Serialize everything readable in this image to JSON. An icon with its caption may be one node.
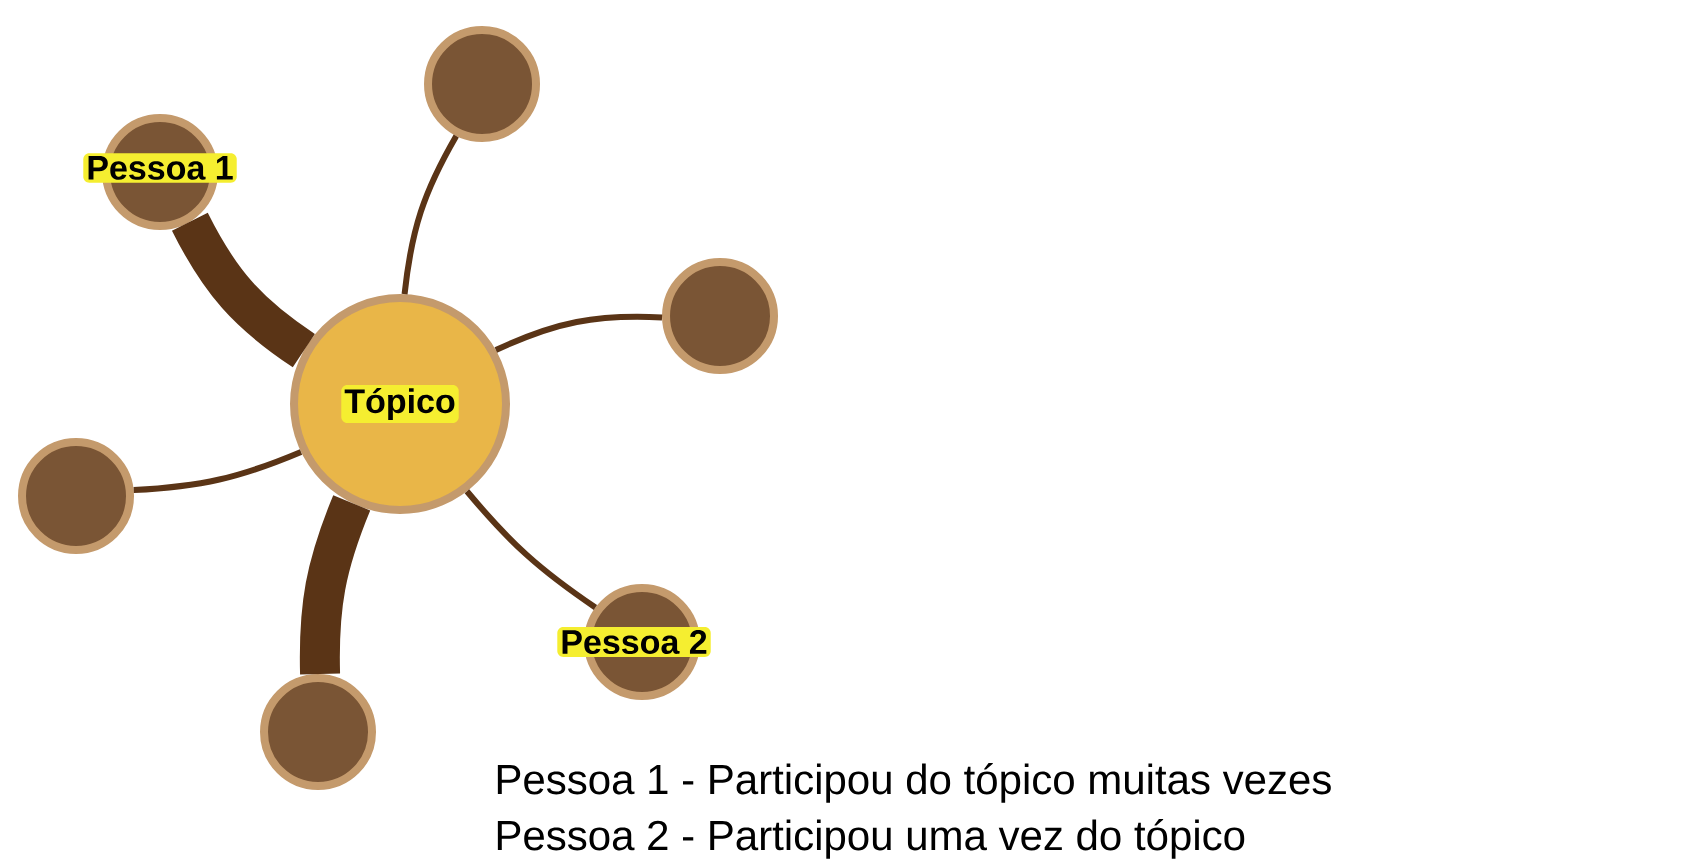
{
  "diagram": {
    "nodes": [
      {
        "text": [
          "Tópico"
        ]
      },
      {
        "text": [
          "Pessoa 1"
        ]
      },
      {
        "text": [],
        "shape": "circle"
      },
      {
        "text": [],
        "shape": "circle"
      },
      {
        "text": [],
        "shape": "circle"
      },
      {
        "text": [],
        "shape": "circle"
      },
      {
        "text": [
          "Pessoa 2"
        ]
      }
    ],
    "edges": [
      {
        "from": 0,
        "to": 1,
        "arrow": "none",
        "style": "thick"
      },
      {
        "from": 0,
        "to": 2,
        "arrow": "none"
      },
      {
        "from": 0,
        "to": 3,
        "arrow": "none"
      },
      {
        "from": 0,
        "to": 4,
        "arrow": "none"
      },
      {
        "from": 0,
        "to": 5,
        "arrow": "none",
        "style": "thick"
      },
      {
        "from": 0,
        "to": 6,
        "arrow": "none"
      }
    ],
    "labels": [
      "Pessoa 1 - Participou do tópico muitas vezes",
      "Pessoa 2 - Participou uma vez do tópico"
    ]
  }
}
